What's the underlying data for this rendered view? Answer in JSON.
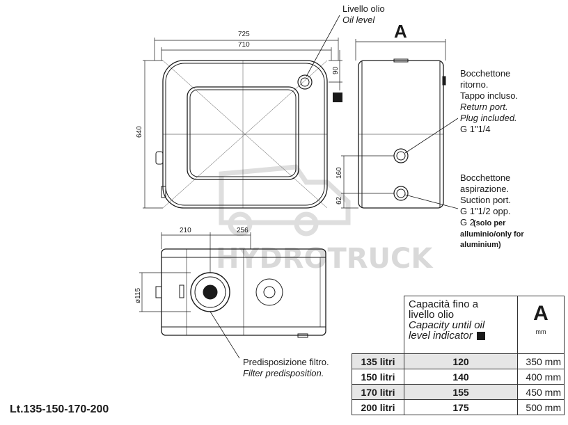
{
  "callouts": {
    "oil_level_it": "Livello olio",
    "oil_level_en": "Oil level",
    "view_label": "A",
    "return_port": [
      "Bocchettone",
      "ritorno.",
      "Tappo incluso."
    ],
    "return_port_en": [
      "Return port.",
      "Plug included."
    ],
    "return_port_thread": "G 1\"1/4",
    "suction_port": [
      "Bocchettone",
      "aspirazione.",
      "Suction port.",
      "G 1\"1/2 opp.",
      "G 2"
    ],
    "suction_note": [
      "(solo per",
      "alluminio/only for",
      "aluminium)"
    ],
    "filter_it": "Predisposizione filtro.",
    "filter_en": "Filter predisposition."
  },
  "dimensions": {
    "w725": "725",
    "w710": "710",
    "h640": "640",
    "d90": "90",
    "d160": "160",
    "d62": "62",
    "d210": "210",
    "d256": "256",
    "d115": "ø115"
  },
  "watermark": "HYDROTRUCK",
  "table": {
    "header_it": [
      "Capacità fino a",
      "livello olio"
    ],
    "header_en": [
      "Capacity until oil",
      "level indicator"
    ],
    "header_a": "A",
    "header_unit": "mm",
    "rows": [
      {
        "label": "135 litri",
        "value": "120",
        "a_mm": "350 mm"
      },
      {
        "label": "150 litri",
        "value": "140",
        "a_mm": "400 mm"
      },
      {
        "label": "170 litri",
        "value": "155",
        "a_mm": "450 mm"
      },
      {
        "label": "200 litri",
        "value": "175",
        "a_mm": "500 mm"
      }
    ]
  },
  "footer": "Lt.135-150-170-200",
  "colors": {
    "line": "#1a1a1a",
    "watermark": "#d9d9d9",
    "shade": "#e6e6e6"
  }
}
